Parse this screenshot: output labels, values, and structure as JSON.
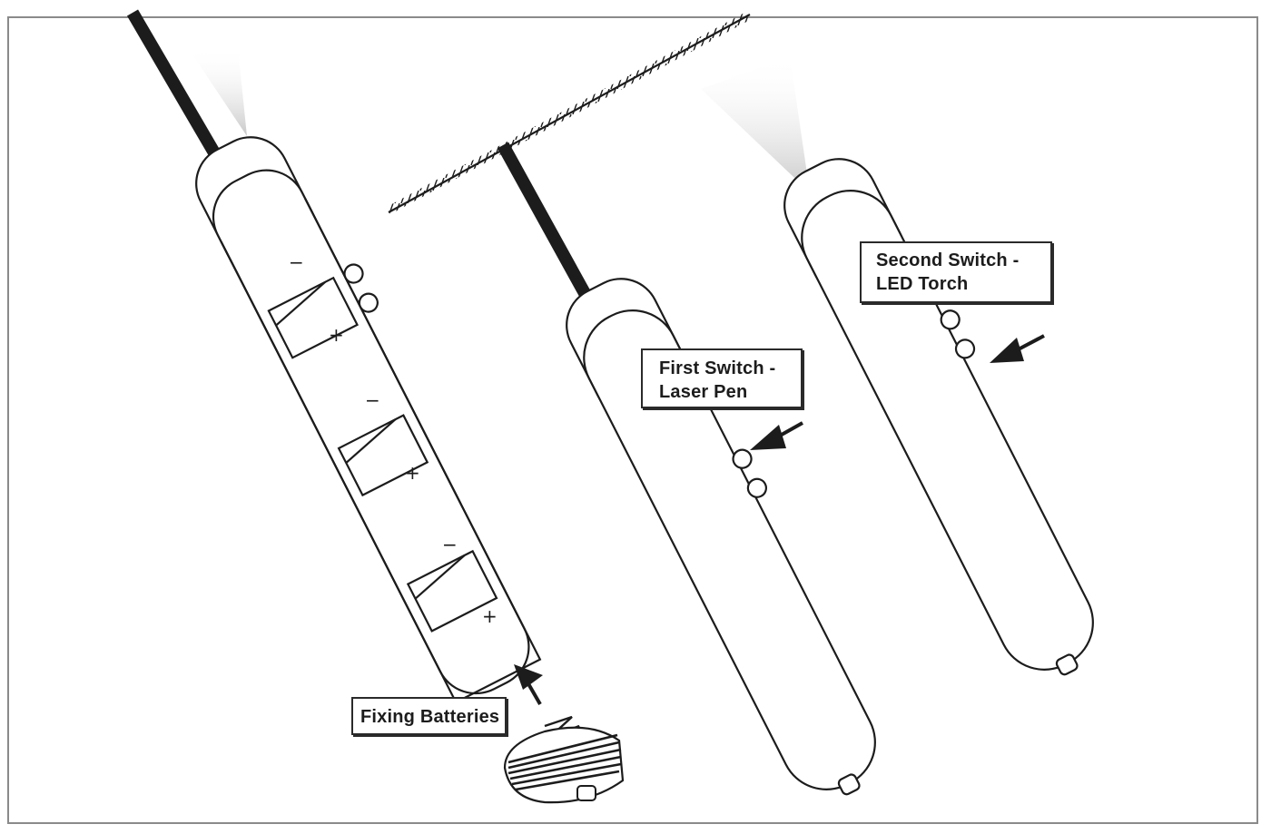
{
  "labels": {
    "fixing_batteries": "Fixing Batteries",
    "first_switch_line1": "First Switch -",
    "first_switch_line2": "Laser Pen",
    "second_switch_line1": "Second Switch -",
    "second_switch_line2": "LED Torch"
  },
  "battery_marks": {
    "minus": "−",
    "plus": "+"
  },
  "colors": {
    "outline": "#1c1c1c",
    "frame": "#8a8a8a",
    "beam": "#cfcfcf"
  }
}
